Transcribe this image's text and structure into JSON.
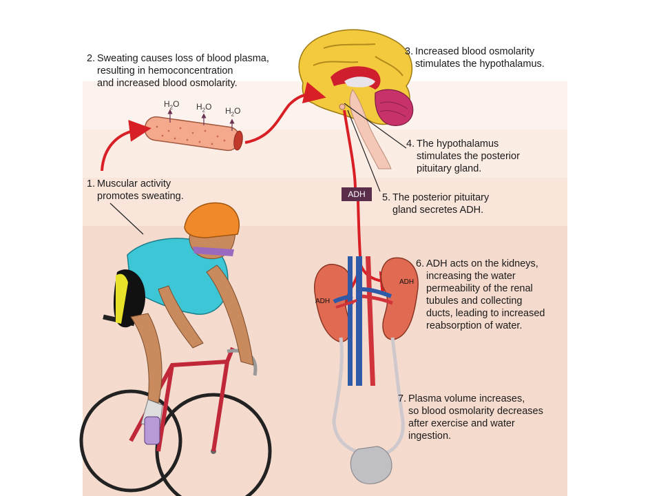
{
  "steps": [
    {
      "num": "1.",
      "lines": [
        "Muscular activity",
        "promotes sweating."
      ]
    },
    {
      "num": "2.",
      "lines": [
        "Sweating causes loss of blood plasma,",
        "resulting in hemoconcentration",
        "and increased blood osmolarity."
      ]
    },
    {
      "num": "3.",
      "lines": [
        "Increased blood osmolarity",
        "stimulates the hypothalamus."
      ]
    },
    {
      "num": "4.",
      "lines": [
        "The hypothalamus",
        "stimulates the posterior",
        "pituitary gland."
      ]
    },
    {
      "num": "5.",
      "lines": [
        "The posterior pituitary",
        "gland secretes ADH."
      ]
    },
    {
      "num": "6.",
      "lines": [
        "ADH acts on the kidneys,",
        "increasing the water",
        "permeability of the renal",
        "tubules and collecting",
        "ducts, leading to increased",
        "reabsorption of water."
      ]
    },
    {
      "num": "7.",
      "lines": [
        "Plasma volume increases,",
        "so blood osmolarity decreases",
        "after exercise and water",
        "ingestion."
      ]
    }
  ],
  "labels": {
    "adh_badge": "ADH",
    "adh_left_kidney": "ADH",
    "adh_right_kidney": "ADH",
    "h2o_base": "H",
    "h2o_sub": "2",
    "h2o_tail": "O"
  },
  "colors": {
    "arrow": "#d91f26",
    "badge": "#5a2d4a",
    "kidney": "#e06a52",
    "vein": "#2f5aa8",
    "artery": "#d0343a",
    "vessel": "#f0a584"
  }
}
